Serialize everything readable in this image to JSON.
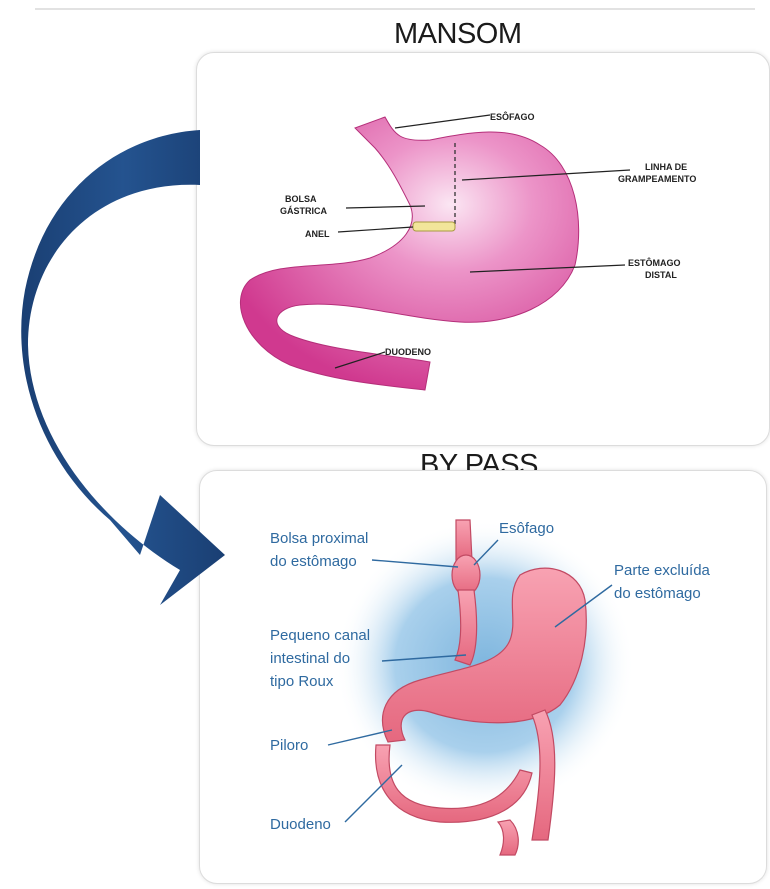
{
  "titles": {
    "top": "MANSOM",
    "bottom": "BY PASS"
  },
  "mansom_labels": {
    "esofago": "ESÔFAGO",
    "linha_1": "LINHA DE",
    "linha_2": "GRAMPEAMENTO",
    "bolsa_1": "BOLSA",
    "bolsa_2": "GÁSTRICA",
    "anel": "ANEL",
    "estomago_1": "ESTÔMAGO",
    "estomago_2": "DISTAL",
    "duodeno": "DUODENO"
  },
  "bypass_labels": {
    "bolsa_1": "Bolsa proximal",
    "bolsa_2": "do estômago",
    "esofago": "Esôfago",
    "parte_1": "Parte excluída",
    "parte_2": "do estômago",
    "canal_1": "Pequeno canal",
    "canal_2": "intestinal do",
    "canal_3": "tipo Roux",
    "piloro": "Piloro",
    "duodeno": "Duodeno"
  },
  "colors": {
    "arrow": "#1f4a82",
    "mansom_stomach": "#d8449a",
    "band": "#f2e59a",
    "bypass_stomach": "#f07f94",
    "bypass_glow": "#8fc2e4",
    "label_blue": "#2f6aa0"
  }
}
